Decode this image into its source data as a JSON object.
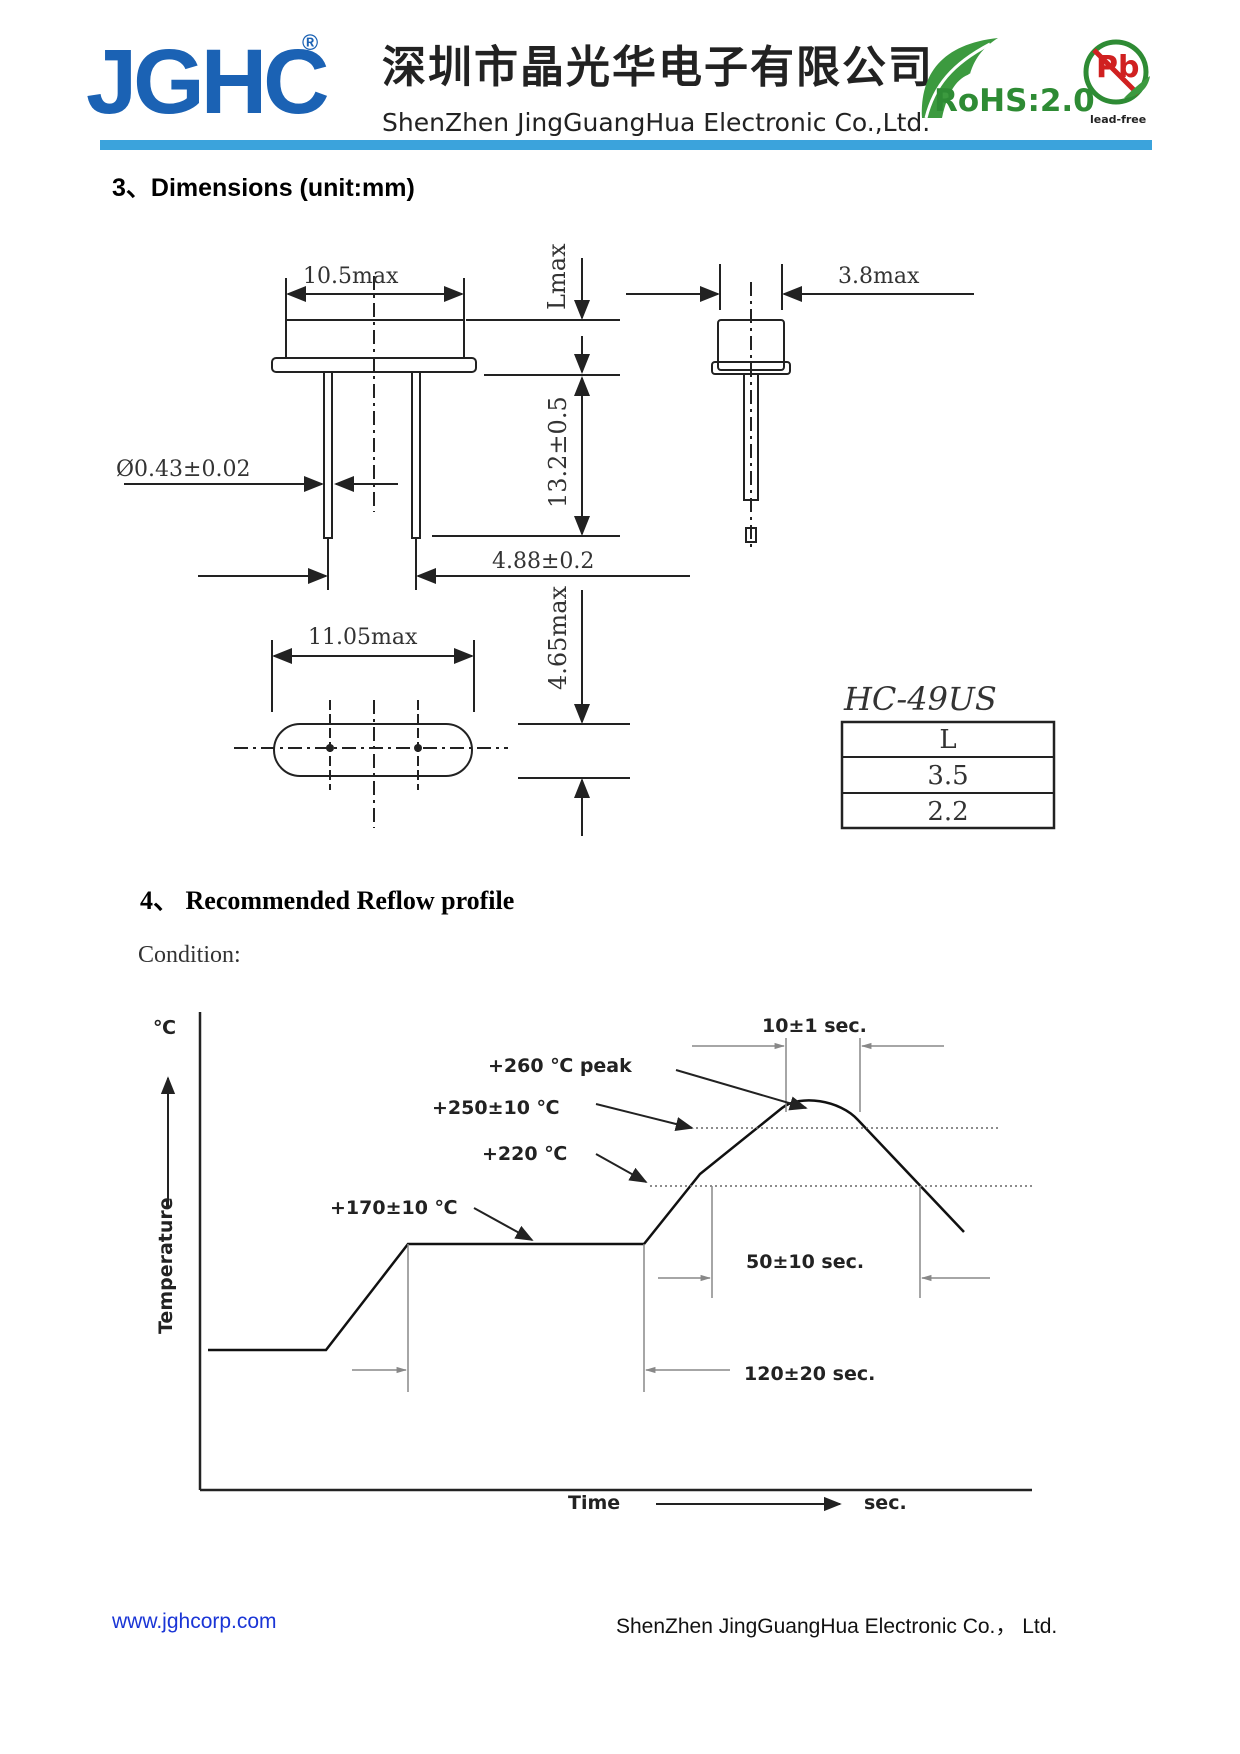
{
  "header": {
    "logo": "JGHC",
    "registered_mark": "®",
    "company_cn": "深圳市晶光华电子有限公司",
    "company_en": "ShenZhen JingGuangHua Electronic Co.,Ltd.",
    "rohs_label": "RoHS:2.0",
    "pb_symbol": "Pb",
    "lead_free_label": "lead-free",
    "bar_color": "#3ba3dc",
    "logo_color": "#1b62b4"
  },
  "dimensions_section": {
    "title": "3、Dimensions (unit:mm)",
    "labels": {
      "body_width": "10.5max",
      "body_height": "Lmax",
      "side_width": "3.8max",
      "lead_diameter": "Ø0.43±0.02",
      "lead_length": "13.2±0.5",
      "lead_pitch": "4.88±0.2",
      "base_width": "11.05max",
      "base_height": "4.65max"
    },
    "model": "HC-49US",
    "table": {
      "header": "L",
      "rows": [
        "3.5",
        "2.2"
      ]
    }
  },
  "reflow_section": {
    "title": "4、 Recommended Reflow profile",
    "condition_label": "Condition:",
    "y_unit": "℃",
    "y_label": "Temperature",
    "x_label": "Time",
    "x_unit": "sec.",
    "annotations": {
      "peak_time": "10±1 sec.",
      "peak": "+260 ℃ peak",
      "t250": "+250±10 ℃",
      "t220": "+220 ℃",
      "t170": "+170±10 ℃",
      "above220_time": "50±10 sec.",
      "preheat_time": "120±20 sec."
    }
  },
  "footer": {
    "url": "www.jghcorp.com",
    "company": "ShenZhen JingGuangHua Electronic Co.， Ltd."
  }
}
